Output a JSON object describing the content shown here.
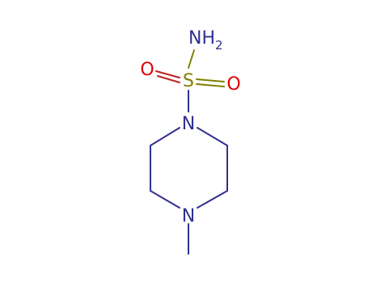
{
  "molecule": {
    "atoms": {
      "nh2_main": "NH",
      "nh2_sub": "2",
      "s": "S",
      "o_left": "O",
      "o_right": "O",
      "n_top": "N",
      "n_bottom": "N"
    },
    "colors": {
      "bond": "#000000",
      "nitrogen": "#303090",
      "sulfur": "#808000",
      "oxygen": "#e00000"
    }
  }
}
